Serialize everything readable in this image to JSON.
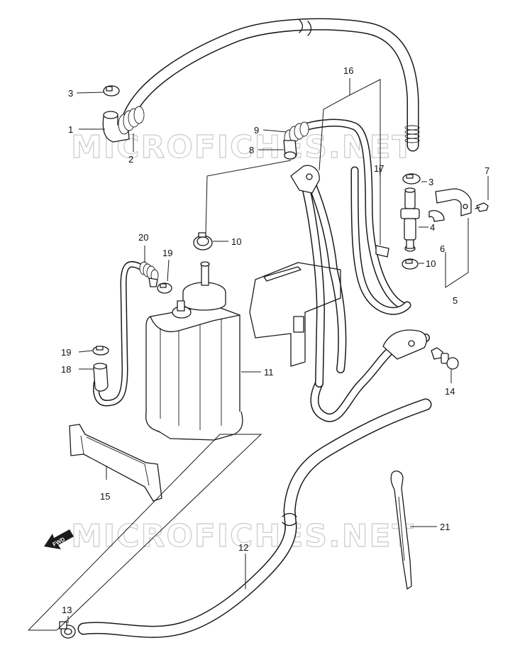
{
  "watermark": "MICROFICHES.NET",
  "direction_label": "FWD",
  "callouts": [
    "1",
    "2",
    "3",
    "3",
    "4",
    "5",
    "6",
    "7",
    "8",
    "9",
    "10",
    "10",
    "11",
    "12",
    "13",
    "14",
    "15",
    "16",
    "17",
    "18",
    "19",
    "19",
    "20",
    "21"
  ]
}
